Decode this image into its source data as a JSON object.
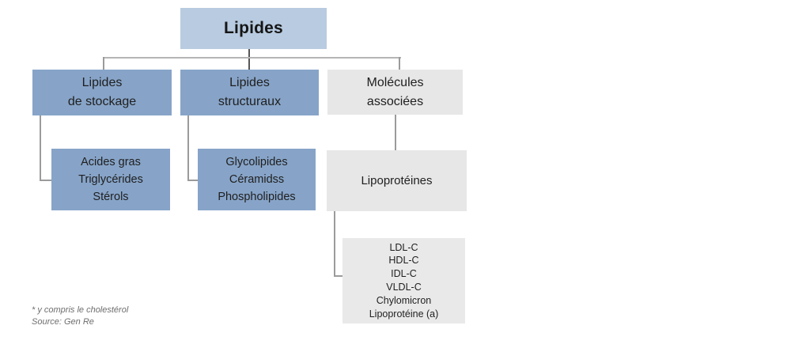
{
  "diagram": {
    "root": {
      "label": "Lipides"
    },
    "level2": [
      {
        "id": "storage",
        "lines": [
          "Lipides",
          "de stockage"
        ],
        "variant": "blue"
      },
      {
        "id": "structural",
        "lines": [
          "Lipides",
          "structuraux"
        ],
        "variant": "blue"
      },
      {
        "id": "associated",
        "lines": [
          "Molécules",
          "associées"
        ],
        "variant": "gray"
      }
    ],
    "level3": [
      {
        "id": "storage-items",
        "parent": "storage",
        "lines": [
          "Acides gras",
          "Triglycérides",
          "Stérols"
        ],
        "variant": "blue"
      },
      {
        "id": "structural-items",
        "parent": "structural",
        "lines": [
          "Glycolipides",
          "Céramidss",
          "Phospholipides"
        ],
        "variant": "blue"
      },
      {
        "id": "lipoproteins",
        "parent": "associated",
        "lines": [
          "Lipoprotéines"
        ],
        "variant": "gray"
      }
    ],
    "level4": {
      "id": "lipoprotein-types",
      "parent": "lipoproteins",
      "lines": [
        "LDL-C",
        "HDL-C",
        "IDL-C",
        "VLDL-C",
        "Chylomicron",
        "Lipoprotéine (a)"
      ],
      "variant": "gray"
    }
  },
  "footnotes": {
    "note": "* y compris le cholestérol",
    "source": "Source: Gen Re"
  },
  "colors": {
    "root_box_fill": "#b8cbe0",
    "blue_box_fill": "#87a4c8",
    "gray_box_fill": "#e7e7e8",
    "text": "#1f1f1f",
    "connector_light": "#b5b5b5",
    "connector_mid": "#9b9b9b",
    "connector_dark": "#565656",
    "footnote_text": "#6e6e6e",
    "background": "#ffffff"
  }
}
